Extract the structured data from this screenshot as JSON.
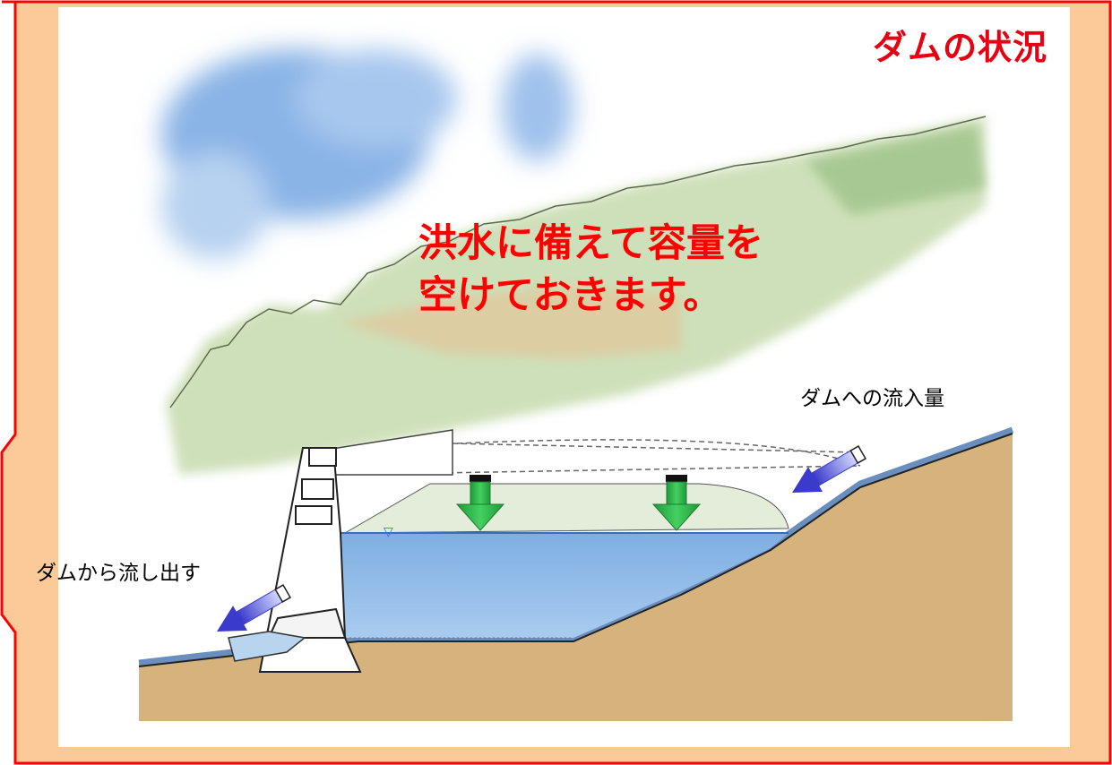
{
  "title": "ダムの状況",
  "headline": {
    "line1": "洪水に備えて容量を",
    "line2": "空けておきます。"
  },
  "labels": {
    "inflow": "ダムへの流入量",
    "outflow": "ダムから流し出す"
  },
  "colors": {
    "frame_border": "#ff0000",
    "frame_fill": "#fcc998",
    "title_text": "#e60012",
    "headline_text": "#ff0000",
    "reservoir_water": "#8fb9e6",
    "ground": "#d4b07a",
    "down_arrow": "#2db34a",
    "flow_arrow": "#4b4bd9"
  },
  "icons": [
    "down-arrow-icon",
    "inflow-arrow-icon",
    "outflow-arrow-icon"
  ]
}
